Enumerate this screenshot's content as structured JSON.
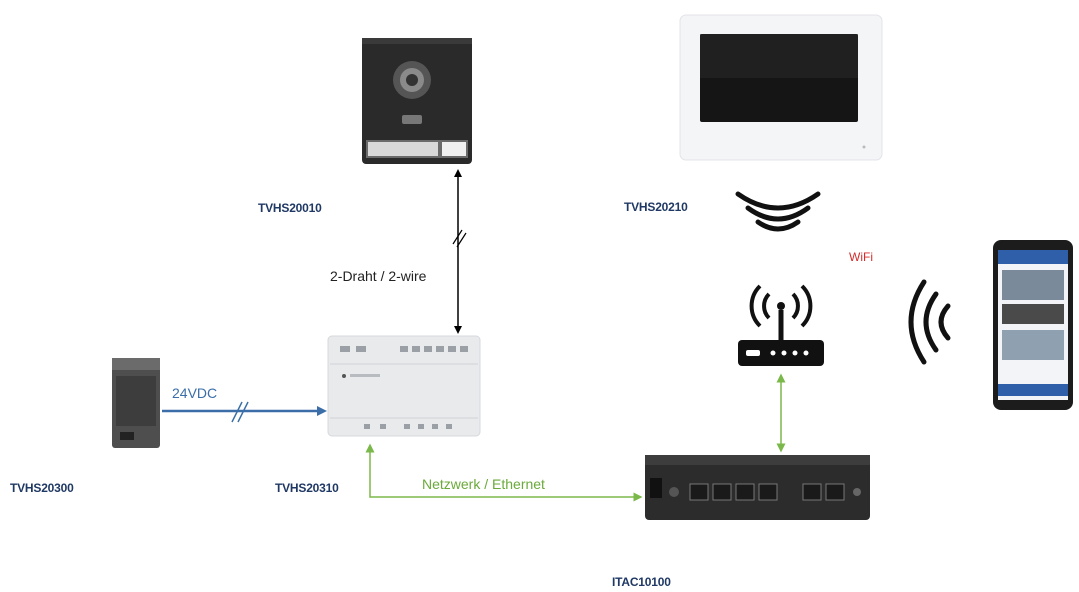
{
  "devices": {
    "door_station": {
      "code": "TVHS20010"
    },
    "monitor": {
      "code": "TVHS20210"
    },
    "power_supply": {
      "code": "TVHS20300"
    },
    "controller": {
      "code": "TVHS20310"
    },
    "switch": {
      "code": "ITAC10100"
    }
  },
  "connections": {
    "two_wire": "2-Draht / 2-wire",
    "power": "24VDC",
    "ethernet": "Netzwerk / Ethernet",
    "wifi": "WiFi"
  },
  "colors": {
    "two_wire": "#000000",
    "power": "#3b6ea8",
    "ethernet": "#7bb84a",
    "wifi": "#d42b2b",
    "label_code": "#1f3864"
  },
  "icons": [
    "router-icon",
    "wifi-waves-icon",
    "smartphone-icon"
  ]
}
